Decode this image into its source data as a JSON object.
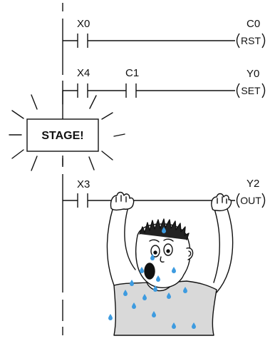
{
  "diagram": {
    "rungs": [
      {
        "contacts": [
          {
            "label": "X0"
          }
        ],
        "coil": {
          "label": "C0",
          "instruction": "RST"
        }
      },
      {
        "contacts": [
          {
            "label": "X4"
          },
          {
            "label": "C1"
          }
        ],
        "coil": {
          "label": "Y0",
          "instruction": "SET"
        }
      },
      {
        "contacts": [
          {
            "label": "X3"
          }
        ],
        "coil": {
          "label": "Y2",
          "instruction": "OUT"
        }
      }
    ],
    "stage_box": {
      "text": "STAGE!"
    }
  },
  "colors": {
    "ink": "#111111",
    "sweat": "#3d9be0",
    "background": "#ffffff"
  }
}
